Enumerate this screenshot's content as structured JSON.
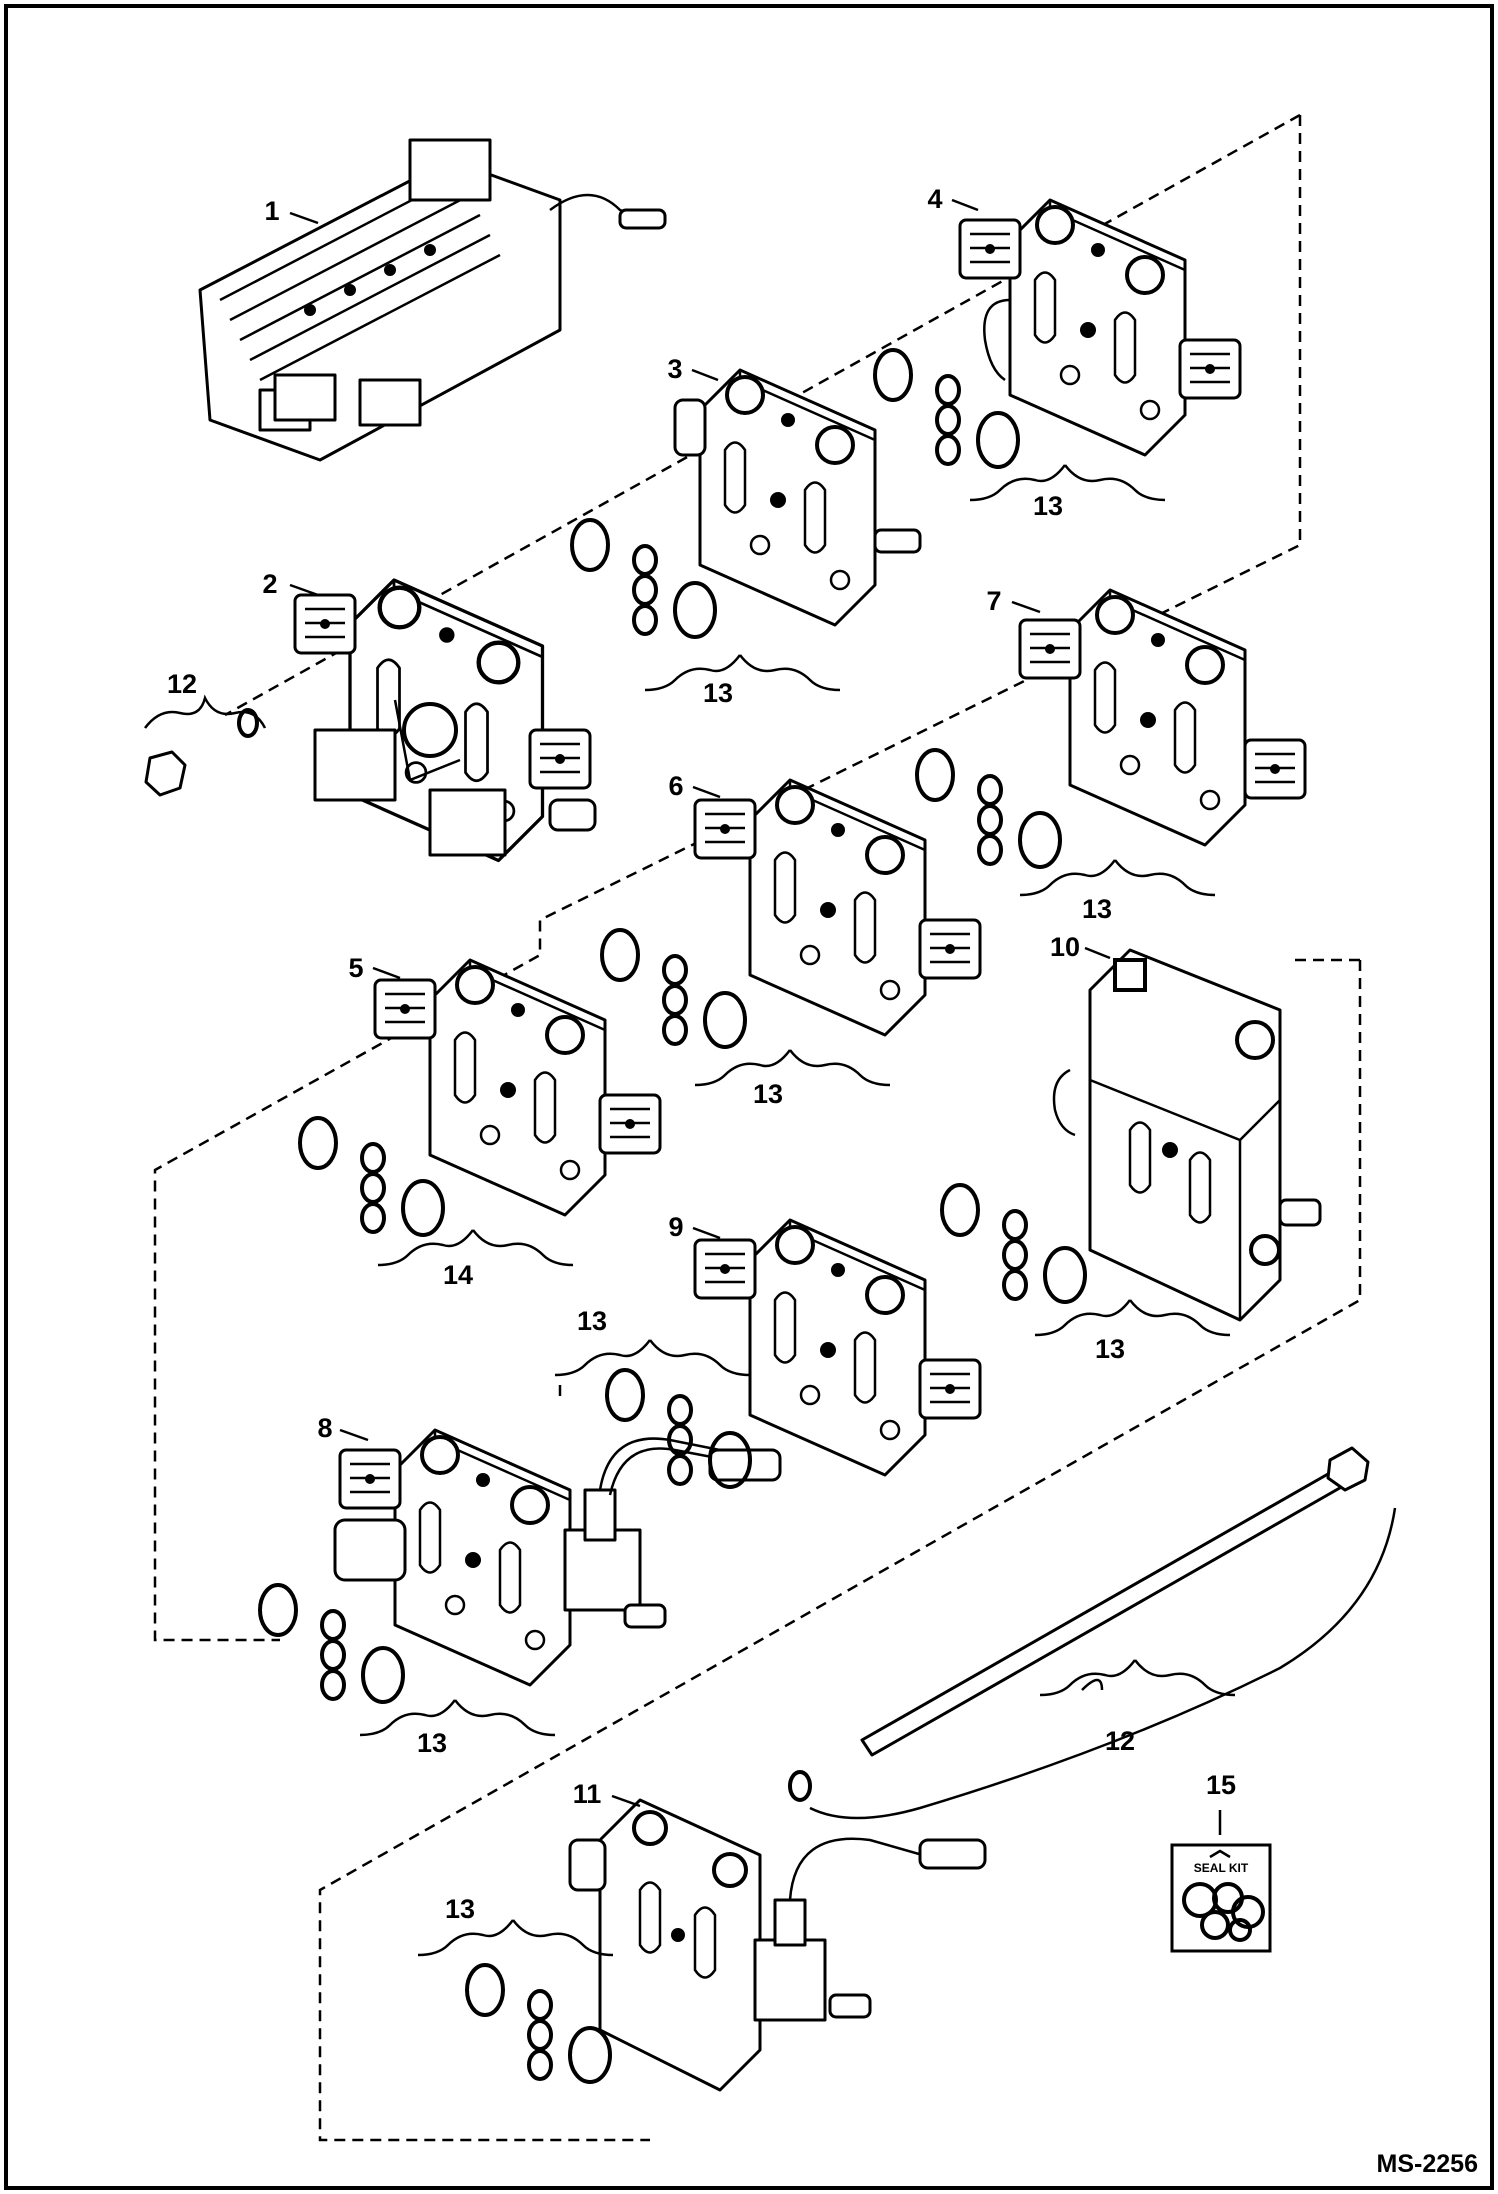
{
  "diagram": {
    "code": "MS-2256",
    "seal_kit_label": "SEAL KIT"
  },
  "callouts": [
    {
      "id": "c1",
      "label": "1"
    },
    {
      "id": "c2",
      "label": "2"
    },
    {
      "id": "c3",
      "label": "3"
    },
    {
      "id": "c4",
      "label": "4"
    },
    {
      "id": "c5",
      "label": "5"
    },
    {
      "id": "c6",
      "label": "6"
    },
    {
      "id": "c7",
      "label": "7"
    },
    {
      "id": "c8",
      "label": "8"
    },
    {
      "id": "c9",
      "label": "9"
    },
    {
      "id": "c10",
      "label": "10"
    },
    {
      "id": "c11",
      "label": "11"
    },
    {
      "id": "c12a",
      "label": "12"
    },
    {
      "id": "c12b",
      "label": "12"
    },
    {
      "id": "c13a",
      "label": "13"
    },
    {
      "id": "c13b",
      "label": "13"
    },
    {
      "id": "c13c",
      "label": "13"
    },
    {
      "id": "c13d",
      "label": "13"
    },
    {
      "id": "c13e",
      "label": "13"
    },
    {
      "id": "c13f",
      "label": "13"
    },
    {
      "id": "c13g",
      "label": "13"
    },
    {
      "id": "c13h",
      "label": "13"
    },
    {
      "id": "c14",
      "label": "14"
    },
    {
      "id": "c15",
      "label": "15"
    }
  ]
}
